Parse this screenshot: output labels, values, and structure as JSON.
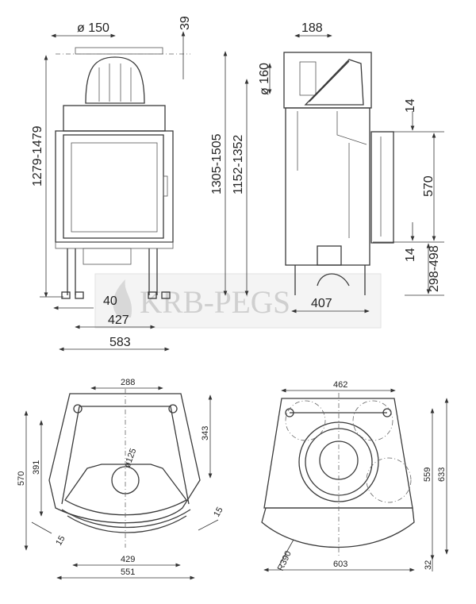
{
  "watermark": "KRB-PEGS",
  "front_view": {
    "flue_diameter": "ø 150",
    "top_offset": "39",
    "height_range": "1279-1479",
    "leg_offset": "40",
    "inner_width": "427",
    "outer_width": "583"
  },
  "side_view": {
    "flue_offset": "188",
    "side_flue_diameter": "ø 160",
    "total_height_range": "1305-1505",
    "flue_height_range": "1152-1352",
    "top_gap": "14",
    "door_height": "570",
    "bottom_gap": "14",
    "door_base_height_range": "298-498",
    "depth": "407"
  },
  "plan_left": {
    "rear_width": "288",
    "side_depth": "343",
    "inner_depth": "391",
    "total_depth": "570",
    "flue_diameter": "ø125",
    "left_frame": "15",
    "right_frame": "15",
    "glass_width": "429",
    "total_width": "551"
  },
  "plan_right": {
    "rear_width": "462",
    "inner_depth": "559",
    "total_depth": "633",
    "radius": "R390",
    "total_width": "603",
    "front_offset": "32"
  },
  "colors": {
    "line": "#3a3a3a",
    "watermark": "#cfcfcf"
  }
}
